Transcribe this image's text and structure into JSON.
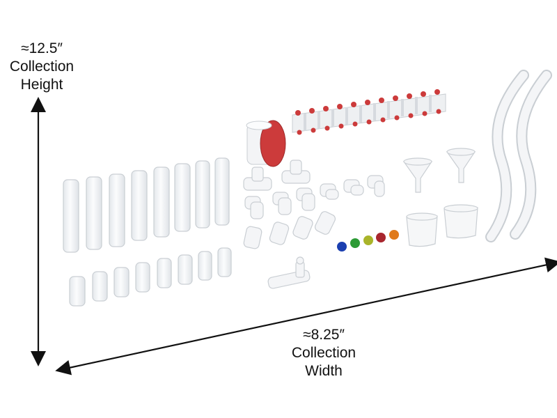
{
  "height_dimension": {
    "value": "≈12.5″",
    "line1": "Collection",
    "line2": "Height"
  },
  "width_dimension": {
    "value": "≈8.25″",
    "line1": "Collection",
    "line2": "Width"
  },
  "colors": {
    "arrow": "#111111",
    "pipe_fill": "#f1f3f5",
    "pipe_stroke": "#c9ced3",
    "accent_red": "#cc3b3b",
    "balls": [
      "#1b3fb0",
      "#2c9a35",
      "#a9b42a",
      "#a8262e",
      "#e07a1a"
    ]
  }
}
